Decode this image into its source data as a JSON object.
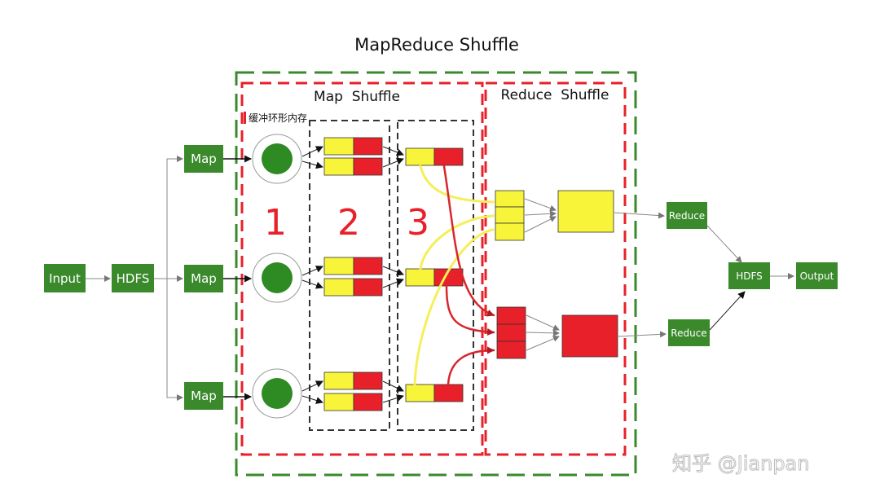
{
  "title": "MapReduce Shuffle",
  "map_shuffle_label": "Map  Shuffle",
  "reduce_shuffle_label": "Reduce  Shuffle",
  "buffer_label": "缓冲环形内存",
  "stage_numbers": [
    "1",
    "2",
    "3"
  ],
  "nodes": {
    "input": "Input",
    "hdfs_in": "HDFS",
    "map": "Map",
    "reduce": "Reduce",
    "hdfs_out": "HDFS",
    "output": "Output"
  },
  "watermark": "知乎 @Jianpan",
  "colors": {
    "node_green": "#3a8a2c",
    "outer_box": "#3a8a2c",
    "inner_box": "#e8202a",
    "key_yellow": "#f7f43a",
    "value_red": "#e8202a",
    "curve_yellow": "#f5ef5a",
    "curve_red": "#d9262b"
  }
}
